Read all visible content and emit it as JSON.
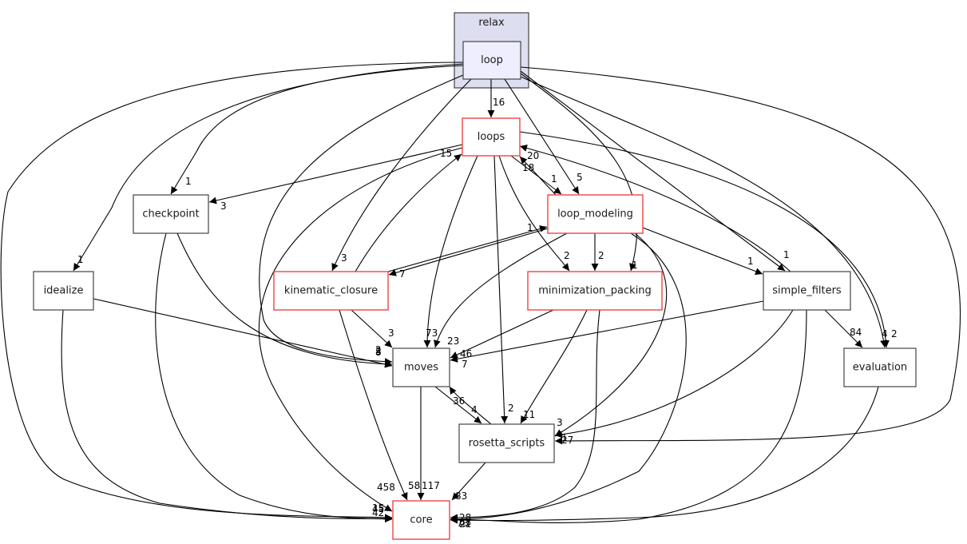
{
  "diagram": {
    "type": "directory-dependency-graph",
    "cluster": {
      "id": "relax",
      "label": "relax",
      "fill": "#dddeef",
      "stroke": "#444444"
    },
    "colors": {
      "focus_fill": "#eeeeff",
      "red_border": "#ef4444",
      "gray_border": "#444444"
    },
    "nodes": [
      {
        "id": "loop",
        "label": "loop",
        "style": "focus"
      },
      {
        "id": "loops",
        "label": "loops",
        "style": "red"
      },
      {
        "id": "checkpoint",
        "label": "checkpoint",
        "style": "plain"
      },
      {
        "id": "loop_modeling",
        "label": "loop_modeling",
        "style": "red"
      },
      {
        "id": "idealize",
        "label": "idealize",
        "style": "plain"
      },
      {
        "id": "kinematic_closure",
        "label": "kinematic_closure",
        "style": "red"
      },
      {
        "id": "minimization_packing",
        "label": "minimization_packing",
        "style": "red"
      },
      {
        "id": "simple_filters",
        "label": "simple_filters",
        "style": "plain"
      },
      {
        "id": "moves",
        "label": "moves",
        "style": "plain"
      },
      {
        "id": "evaluation",
        "label": "evaluation",
        "style": "plain"
      },
      {
        "id": "rosetta_scripts",
        "label": "rosetta_scripts",
        "style": "plain"
      },
      {
        "id": "core",
        "label": "core",
        "style": "red"
      }
    ],
    "edges": [
      {
        "from": "loop",
        "to": "loops",
        "label": "16"
      },
      {
        "from": "loop",
        "to": "checkpoint",
        "label": "1"
      },
      {
        "from": "loop",
        "to": "loop_modeling",
        "label": "5"
      },
      {
        "from": "loop",
        "to": "idealize",
        "label": "1"
      },
      {
        "from": "loop",
        "to": "kinematic_closure",
        "label": "3"
      },
      {
        "from": "loop",
        "to": "minimization_packing",
        "label": "1"
      },
      {
        "from": "loop",
        "to": "simple_filters",
        "label": "1"
      },
      {
        "from": "loop",
        "to": "moves",
        "label": "8"
      },
      {
        "from": "loop",
        "to": "evaluation",
        "label": "4"
      },
      {
        "from": "loop",
        "to": "rosetta_scripts",
        "label": "27"
      },
      {
        "from": "loop",
        "to": "core",
        "label": "45"
      },
      {
        "from": "loops",
        "to": "checkpoint",
        "label": "3"
      },
      {
        "from": "loops",
        "to": "loop_modeling",
        "label": "1"
      },
      {
        "from": "loops",
        "to": "minimization_packing",
        "label": "2"
      },
      {
        "from": "loops",
        "to": "moves",
        "label": "73"
      },
      {
        "from": "loops",
        "to": "evaluation",
        "label": "2"
      },
      {
        "from": "loops",
        "to": "rosetta_scripts",
        "label": "2"
      },
      {
        "from": "loops",
        "to": "core",
        "label": "458"
      },
      {
        "from": "loop_modeling",
        "to": "loops",
        "label": "18"
      },
      {
        "from": "loop_modeling",
        "to": "kinematic_closure",
        "label": "7"
      },
      {
        "from": "loop_modeling",
        "to": "minimization_packing",
        "label": "2"
      },
      {
        "from": "loop_modeling",
        "to": "simple_filters",
        "label": "1"
      },
      {
        "from": "loop_modeling",
        "to": "moves",
        "label": "23"
      },
      {
        "from": "loop_modeling",
        "to": "rosetta_scripts",
        "label": "3"
      },
      {
        "from": "loop_modeling",
        "to": "core",
        "label": "73"
      },
      {
        "from": "kinematic_closure",
        "to": "loops",
        "label": "15"
      },
      {
        "from": "kinematic_closure",
        "to": "loop_modeling",
        "label": "1"
      },
      {
        "from": "kinematic_closure",
        "to": "moves",
        "label": "3"
      },
      {
        "from": "kinematic_closure",
        "to": "core",
        "label": "58"
      },
      {
        "from": "simple_filters",
        "to": "loops",
        "label": "20"
      },
      {
        "from": "simple_filters",
        "to": "moves",
        "label": "7"
      },
      {
        "from": "simple_filters",
        "to": "evaluation",
        "label": "84"
      },
      {
        "from": "simple_filters",
        "to": "rosetta_scripts",
        "label": "1"
      },
      {
        "from": "simple_filters",
        "to": "core",
        "label": "28"
      },
      {
        "from": "checkpoint",
        "to": "moves",
        "label": "2"
      },
      {
        "from": "checkpoint",
        "to": "core",
        "label": "15"
      },
      {
        "from": "idealize",
        "to": "moves",
        "label": "3"
      },
      {
        "from": "idealize",
        "to": "core",
        "label": "42"
      },
      {
        "from": "minimization_packing",
        "to": "moves",
        "label": "46"
      },
      {
        "from": "minimization_packing",
        "to": "rosetta_scripts",
        "label": "11"
      },
      {
        "from": "minimization_packing",
        "to": "core",
        "label": "63"
      },
      {
        "from": "moves",
        "to": "rosetta_scripts",
        "label": "4"
      },
      {
        "from": "moves",
        "to": "core",
        "label": "117"
      },
      {
        "from": "rosetta_scripts",
        "to": "moves",
        "label": "36"
      },
      {
        "from": "rosetta_scripts",
        "to": "core",
        "label": "83"
      },
      {
        "from": "evaluation",
        "to": "core",
        "label": "21"
      }
    ]
  }
}
